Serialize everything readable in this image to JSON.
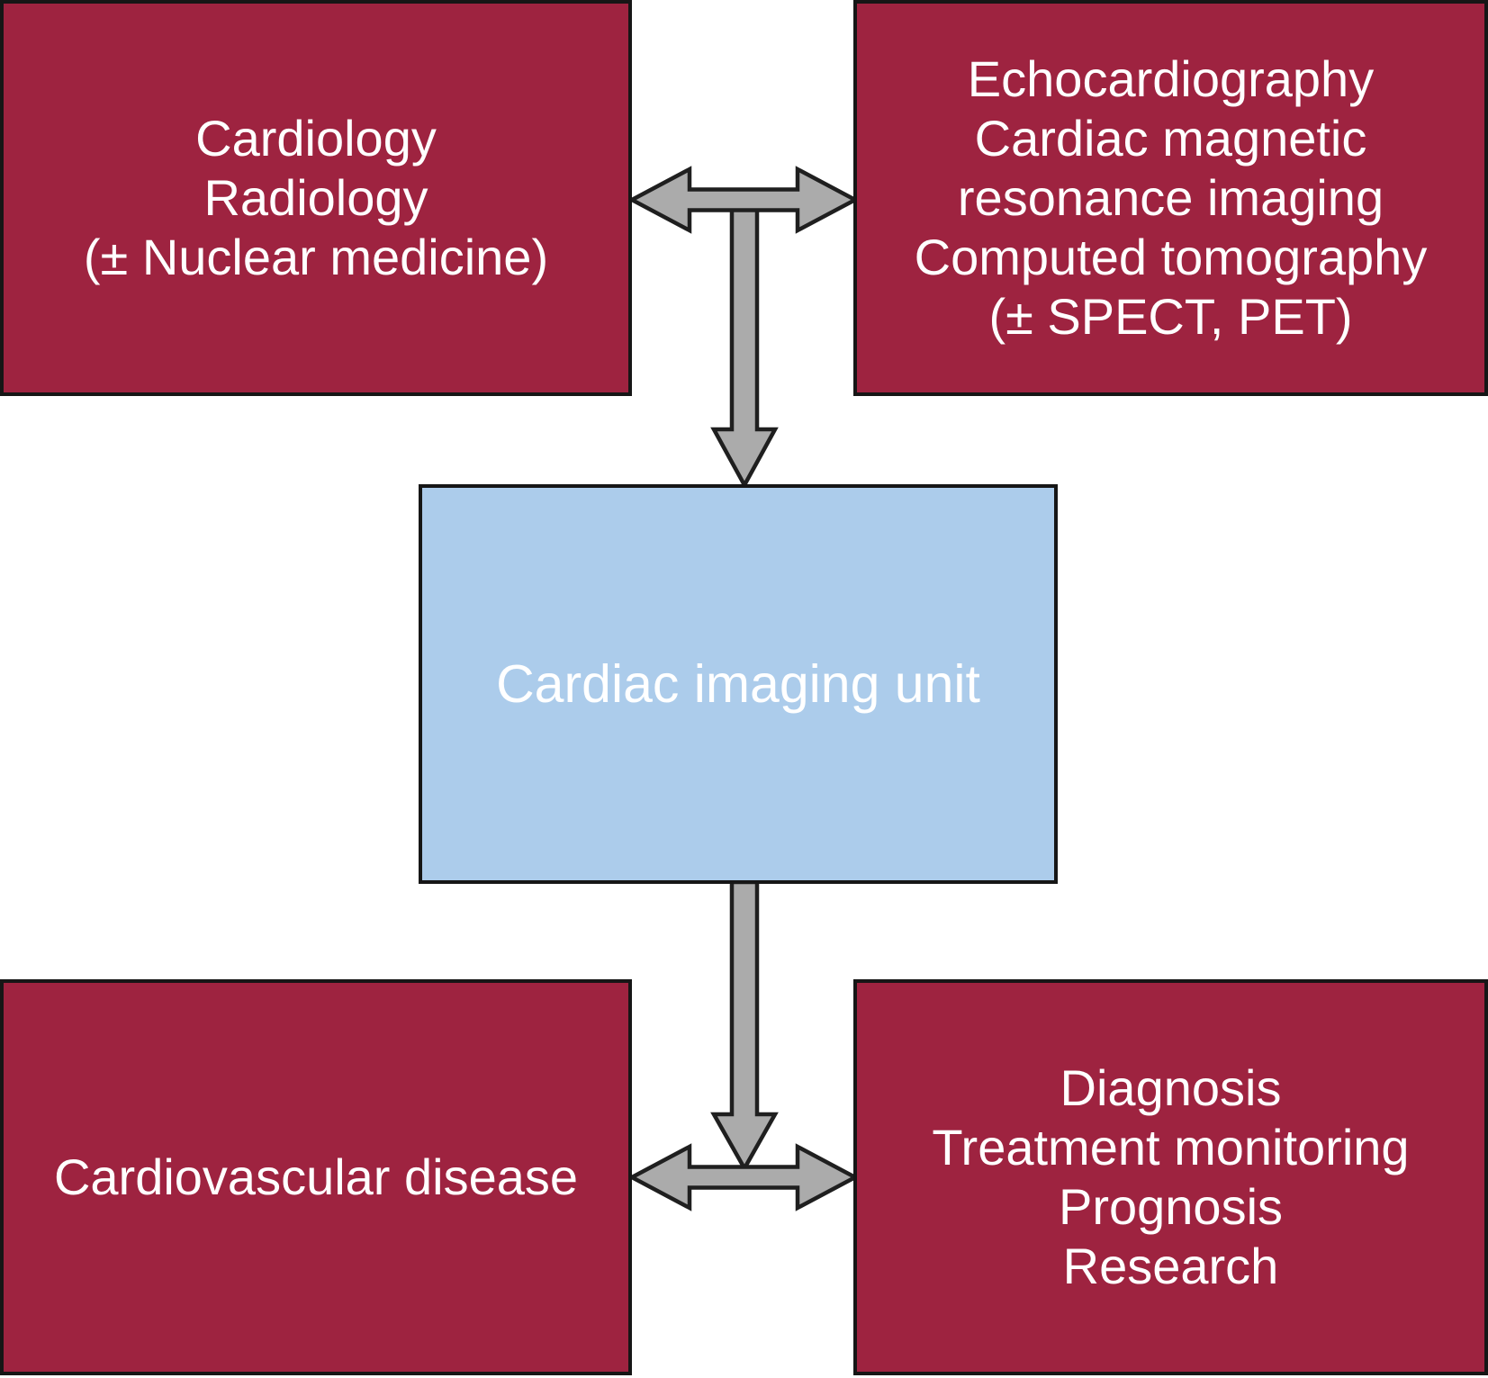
{
  "colors": {
    "background": "#FFFFFF",
    "box_red": "#9E2340",
    "box_blue": "#ACCCEB",
    "arrow_fill": "#ABABAB",
    "outline": "#1F1F1F",
    "text": "#FFFFFF"
  },
  "boxes": {
    "top_left": {
      "lines": [
        "Cardiology",
        "Radiology",
        "(± Nuclear medicine)"
      ]
    },
    "top_right": {
      "lines": [
        "Echocardiography",
        "Cardiac magnetic",
        "resonance imaging",
        "Computed tomography",
        "(± SPECT, PET)"
      ]
    },
    "center": {
      "lines": [
        "Cardiac imaging unit"
      ]
    },
    "bottom_left": {
      "lines": [
        "Cardiovascular disease"
      ]
    },
    "bottom_right": {
      "lines": [
        "Diagnosis",
        "Treatment monitoring",
        "Prognosis",
        "Research"
      ]
    }
  },
  "connectors": [
    {
      "name": "top-bidirectional-arrow",
      "connects": [
        "top_left",
        "top_right"
      ],
      "style": "double-headed-horizontal"
    },
    {
      "name": "down-arrow-to-unit",
      "connects": [
        "top-bidirectional-arrow",
        "center"
      ],
      "style": "single-headed-down"
    },
    {
      "name": "down-arrow-from-unit",
      "connects": [
        "center",
        "bottom-bidirectional-arrow"
      ],
      "style": "single-headed-down"
    },
    {
      "name": "bottom-bidirectional-arrow",
      "connects": [
        "bottom_left",
        "bottom_right"
      ],
      "style": "double-headed-horizontal"
    }
  ]
}
